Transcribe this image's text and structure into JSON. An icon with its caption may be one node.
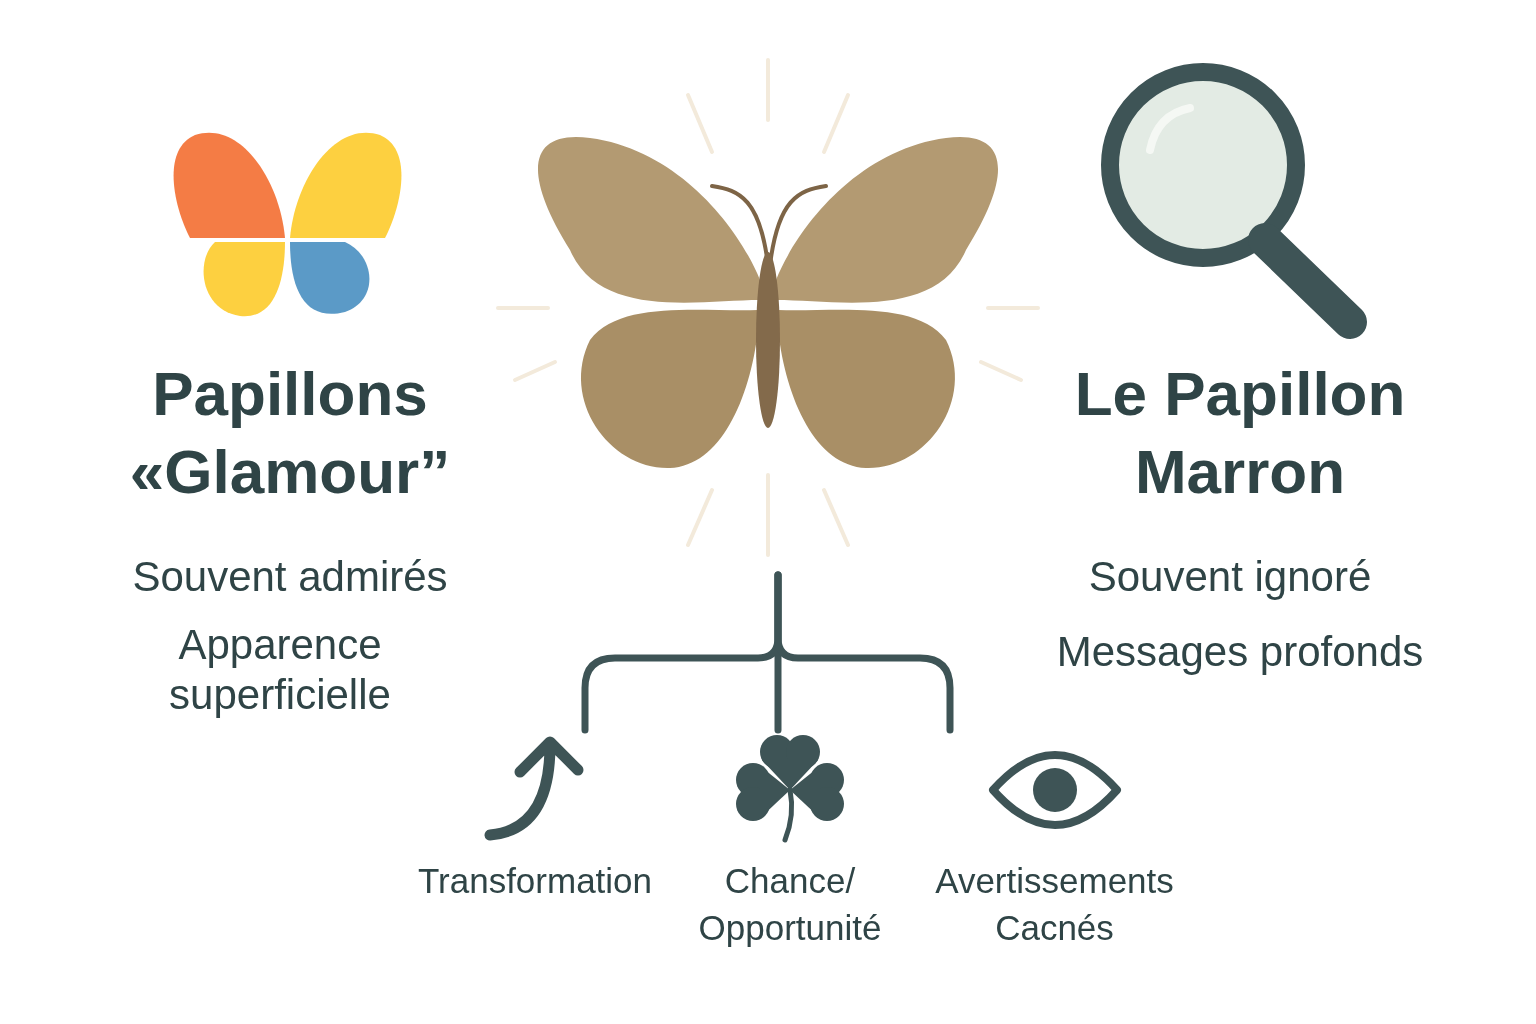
{
  "diagram": {
    "nodes": [
      {
        "text": [],
        "shape": "picture"
      },
      {
        "text": [
          "Transformation"
        ]
      },
      {
        "text": [
          "Chance/ Opportunité"
        ]
      },
      {
        "text": [
          "Avertissements Cacnés"
        ]
      }
    ],
    "edges": [
      {
        "from": 0,
        "to": 1,
        "arrow": "none"
      },
      {
        "from": 0,
        "to": 2,
        "arrow": "none"
      },
      {
        "from": 0,
        "to": 3,
        "arrow": "none"
      }
    ],
    "labels": [
      "Papillons «Glamour”",
      "Souvent admirés",
      "Apparence superficielle",
      "Le Papillon Marron",
      "Souvent ignoré",
      "Messages profonds"
    ]
  }
}
